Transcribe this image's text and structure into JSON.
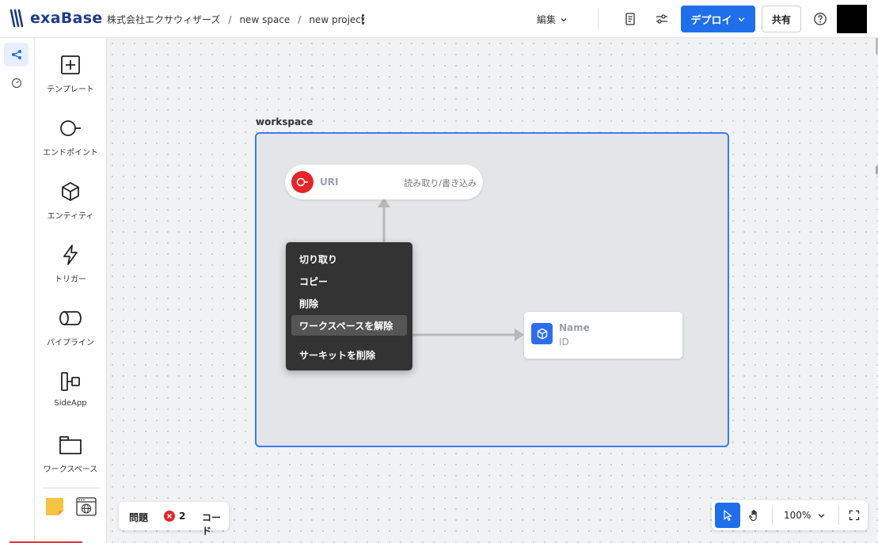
{
  "header": {
    "logo_text": "exaBase",
    "breadcrumb": [
      "株式会社エクサウィザーズ",
      "new space",
      "new project"
    ],
    "edit_label": "編集",
    "deploy_label": "デプロイ",
    "share_label": "共有"
  },
  "palette": {
    "items": [
      {
        "label": "テンプレート",
        "icon": "plus-square-icon"
      },
      {
        "label": "エンドポイント",
        "icon": "endpoint-icon"
      },
      {
        "label": "エンティティ",
        "icon": "cube-icon"
      },
      {
        "label": "トリガー",
        "icon": "lightning-icon"
      },
      {
        "label": "パイプライン",
        "icon": "pipe-icon"
      },
      {
        "label": "SideApp",
        "icon": "sideapp-icon"
      },
      {
        "label": "ワークスペース",
        "icon": "folder-icon"
      }
    ]
  },
  "canvas": {
    "workspace_label": "workspace",
    "uri_node": {
      "name": "URI",
      "mode": "読み取り/書き込み"
    },
    "entity_node": {
      "name": "Name",
      "sub": "ID"
    }
  },
  "context_menu": {
    "items": [
      "切り取り",
      "コピー",
      "削除",
      "ワークスペースを解除",
      "サーキットを削除"
    ],
    "hovered": "ワークスペースを解除"
  },
  "issues_bar": {
    "issues_label": "問題",
    "error_count": "2",
    "code_label": "コード"
  },
  "tools_bar": {
    "zoom_label": "100%"
  },
  "colors": {
    "accent": "#1f6feb",
    "workspace_border": "#3b7cf0",
    "error": "#e5252a",
    "context_bg": "#333333"
  }
}
